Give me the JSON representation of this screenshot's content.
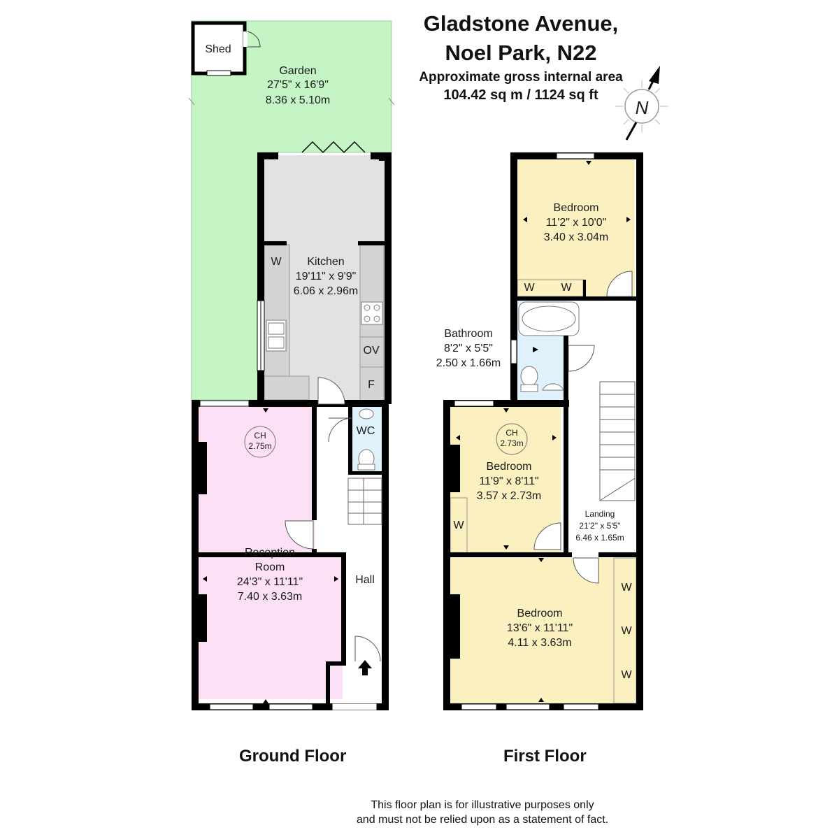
{
  "title": {
    "line1": "Gladstone Avenue,",
    "line2": "Noel Park, N22",
    "area_label": "Approximate gross internal area",
    "area_value": "104.42 sq m /  1124 sq ft"
  },
  "compass": {
    "letter": "N"
  },
  "colors": {
    "garden": "#c5f5c5",
    "kitchen": "#e2e2e2",
    "reception": "#fce0f6",
    "wet_room": "#dff2fc",
    "bedroom": "#fbf0c0",
    "wall": "#000000"
  },
  "ground_floor": {
    "label": "Ground Floor",
    "shed": {
      "name": "Shed"
    },
    "garden": {
      "name": "Garden",
      "imperial": "27'5\" x 16'9\"",
      "metric": "8.36 x 5.10m"
    },
    "kitchen": {
      "name": "Kitchen",
      "imperial": "19'11\" x 9'9\"",
      "metric": "6.06 x 2.96m",
      "wardrobe": "W",
      "oven": "OV",
      "fridge": "F"
    },
    "wc": {
      "name": "WC"
    },
    "reception": {
      "name_line1": "Reception",
      "name_line2": "Room",
      "imperial": "24'3\" x 11'11\"",
      "metric": "7.40 x 3.63m",
      "ch_label": "CH",
      "ch_value": "2.75m"
    },
    "hall": {
      "name": "Hall"
    }
  },
  "first_floor": {
    "label": "First Floor",
    "bedroom_rear": {
      "name": "Bedroom",
      "imperial": "11'2\" x 10'0\"",
      "metric": "3.40 x 3.04m",
      "w1": "W",
      "w2": "W"
    },
    "bathroom": {
      "name": "Bathroom",
      "imperial": "8'2\" x 5'5\"",
      "metric": "2.50 x 1.66m"
    },
    "bedroom_middle": {
      "name": "Bedroom",
      "imperial": "11'9\" x 8'11\"",
      "metric": "3.57 x 2.73m",
      "ch_label": "CH",
      "ch_value": "2.73m",
      "w": "W"
    },
    "landing": {
      "name": "Landing",
      "imperial": "21'2\" x 5'5\"",
      "metric": "6.46 x 1.65m"
    },
    "bedroom_front": {
      "name": "Bedroom",
      "imperial": "13'6\" x 11'11\"",
      "metric": "4.11 x 3.63m",
      "w1": "W",
      "w2": "W",
      "w3": "W"
    }
  },
  "disclaimer": {
    "line1": "This floor plan is for illustrative purposes only",
    "line2": "and must not be relied upon as a statement of fact."
  }
}
